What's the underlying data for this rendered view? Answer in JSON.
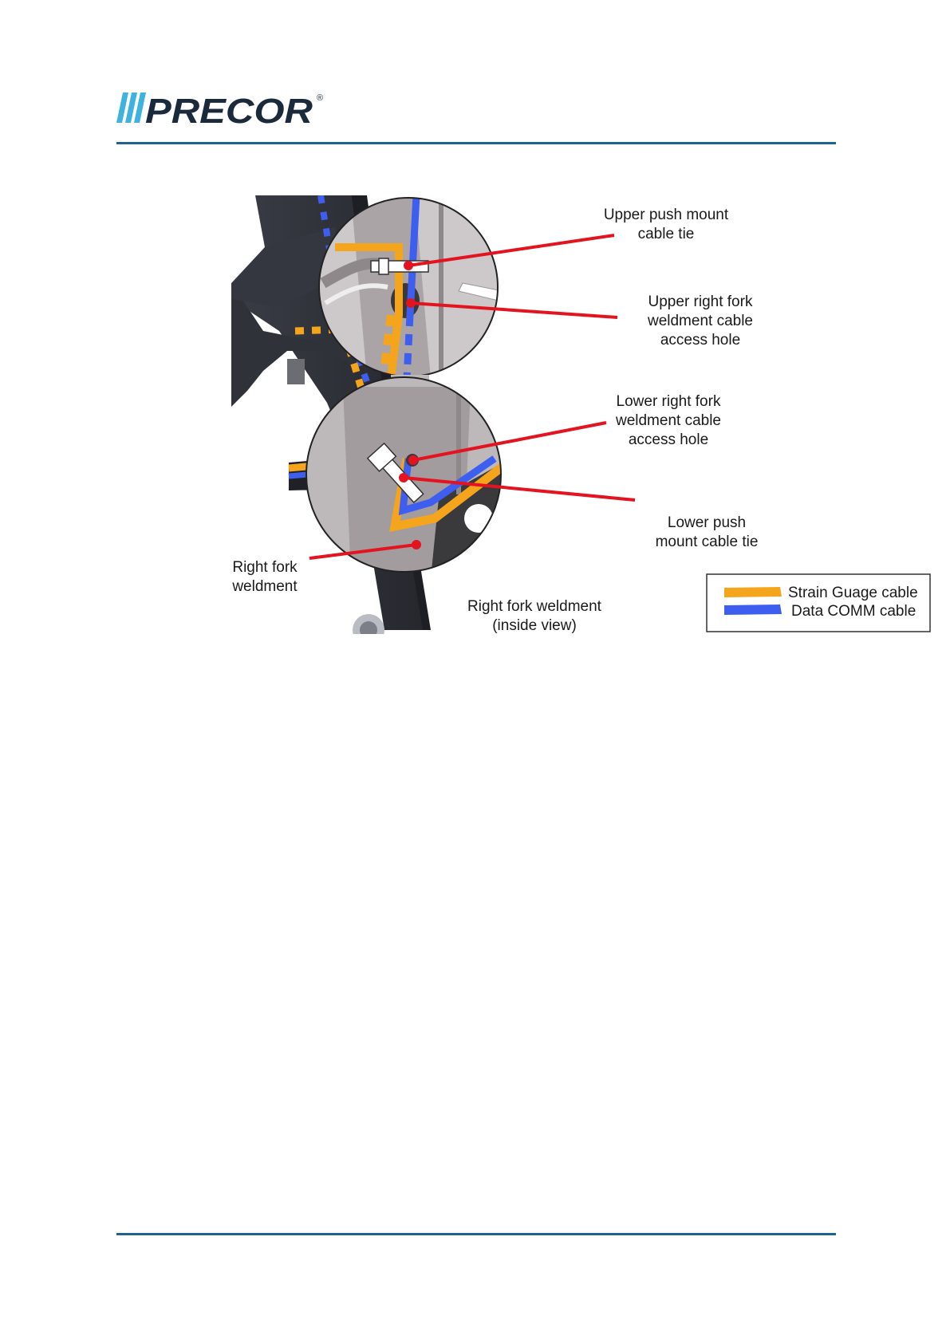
{
  "brand": {
    "name": "PRECOR",
    "registered_mark": "®",
    "color": "#1b2a3a",
    "accent": "#1f6190"
  },
  "figure": {
    "callouts": {
      "upper_push_mount": [
        "Upper push mount",
        "cable tie"
      ],
      "upper_access_hole": [
        "Upper right fork",
        "weldment cable",
        "access hole"
      ],
      "lower_access_hole": [
        "Lower right fork",
        "weldment cable",
        "access hole"
      ],
      "lower_push_mount": [
        "Lower push",
        "mount cable tie"
      ],
      "right_fork": [
        "Right fork",
        "weldment"
      ],
      "inside_view": [
        "Right fork weldment",
        "(inside view)"
      ]
    },
    "legend": {
      "strain_gauge": {
        "label": "Strain Guage cable",
        "color": "#f5a51c"
      },
      "data_comm": {
        "label": "Data COMM cable",
        "color": "#3e5ef0"
      }
    },
    "leader_color": "#e3141f"
  }
}
